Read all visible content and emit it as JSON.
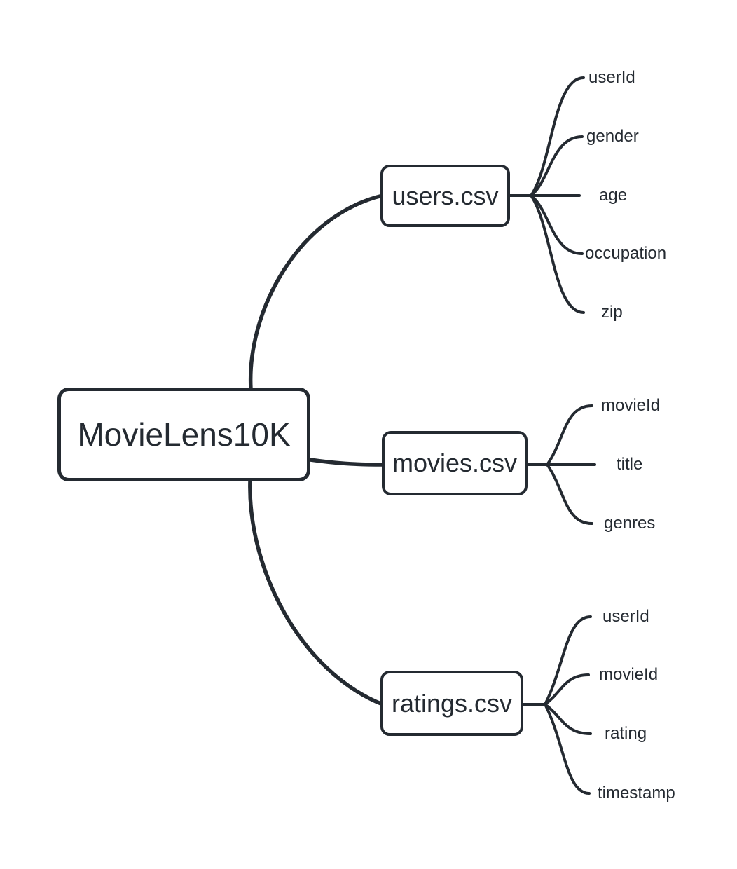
{
  "mindmap": {
    "root": {
      "label": "MovieLens10K"
    },
    "files": [
      {
        "label": "users.csv",
        "fields": [
          "userId",
          "gender",
          "age",
          "occupation",
          "zip"
        ]
      },
      {
        "label": "movies.csv",
        "fields": [
          "movieId",
          "title",
          "genres"
        ]
      },
      {
        "label": "ratings.csv",
        "fields": [
          "userId",
          "movieId",
          "rating",
          "timestamp"
        ]
      }
    ],
    "colors": {
      "ink": "#242a31",
      "background": "#ffffff"
    }
  }
}
